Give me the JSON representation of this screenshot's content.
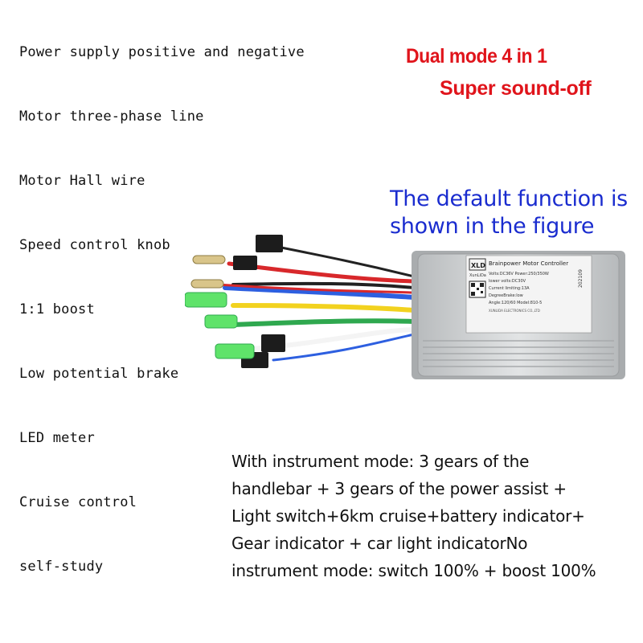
{
  "features": [
    "Power supply positive and negative",
    "Motor three-phase line",
    "Motor Hall wire",
    "Speed control knob",
    "1:1 boost",
    "Low potential brake",
    "LED meter",
    "Cruise control",
    "self-study"
  ],
  "headline": {
    "line1": "Dual mode 4 in 1",
    "line2": "Super sound-off"
  },
  "note": {
    "line1": "The default function is",
    "line2": "shown in the figure"
  },
  "label": {
    "brand": "XLD",
    "brand_sub": "XunLiDa",
    "title": "Brainpower Motor Controller",
    "spec1": "Volts:DC36V  Power:250/350W",
    "spec2": "lower volts:DC30V",
    "spec3": "Current limiting:13A",
    "spec4": "DegreeBrake:low",
    "spec5": "Angle:120/60  Model:810-5",
    "maker": "XUNLIDA ELECTRONICS CO.,LTD",
    "date_code": "202109"
  },
  "description": [
    "With instrument mode: 3 gears of the",
    "handlebar + 3 gears of the power assist +",
    "Light switch+6km cruise+battery indicator+",
    "Gear indicator + car light indicatorNo",
    "instrument mode: switch 100% + boost 100%"
  ],
  "colors": {
    "headline": "#e0141b",
    "note": "#1a2ccf",
    "housing": "#c9ccce",
    "wire_red": "#d8282b",
    "wire_blue": "#2d5fe0",
    "wire_yellow": "#f2d21f",
    "wire_green": "#2fa84f",
    "connector_green": "#5fe36a"
  }
}
